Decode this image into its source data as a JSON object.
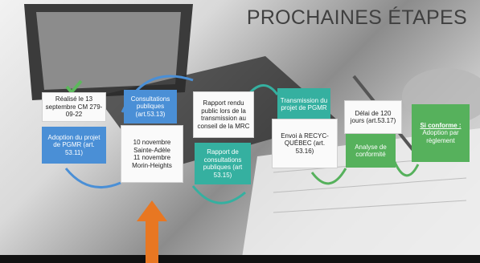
{
  "title": "PROCHAINES ÉTAPES",
  "steps": {
    "realise": "Réalisé le 13 septembre CM 279-09-22",
    "adoption_projet": "Adoption du projet de PGMR (art. 53.11)",
    "consultations": "Consultations publiques (art.53.13)",
    "dates_line1": "10 novembre Sainte-Adèle",
    "dates_line2": "11 novembre Morin-Heights",
    "rapport_public": "Rapport rendu public lors de la transmission au conseil de la MRC",
    "rapport_consultations": "Rapport de consultations publiques (art 53.15)",
    "transmission": "Transmission du projet de PGMR",
    "envoi": "Envoi à RECYC-QUÉBEC (art. 53.16)",
    "delai": "Délai de 120 jours (art.53.17)",
    "analyse": "Analyse de conformité",
    "si_conforme": "Si conforme :",
    "adoption_reglement": "Adoption par règlement"
  },
  "colors": {
    "blue": "#4a8fd6",
    "teal": "#35b0a0",
    "green": "#56b15c",
    "arrow": "#e87722"
  }
}
